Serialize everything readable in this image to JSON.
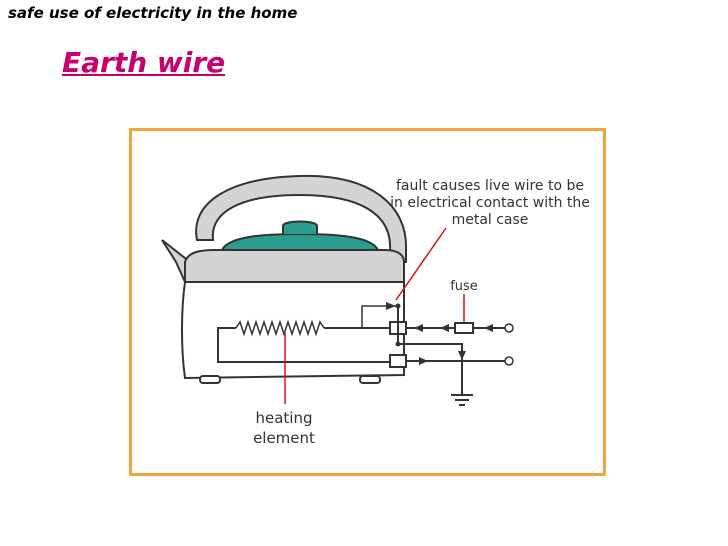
{
  "slide": {
    "topic": "safe use of electricity in the home",
    "title": "Earth wire"
  },
  "diagram": {
    "labels": {
      "fault": "fault causes live wire to be in electrical contact with the metal case",
      "fuse": "fuse",
      "heating": "heating element"
    },
    "colors": {
      "title": "#c8006e",
      "frame": "#f0a63c",
      "kettle_body": "#d4d4d4",
      "lid": "#2a9d8f",
      "pointer": "#dd1111"
    }
  }
}
